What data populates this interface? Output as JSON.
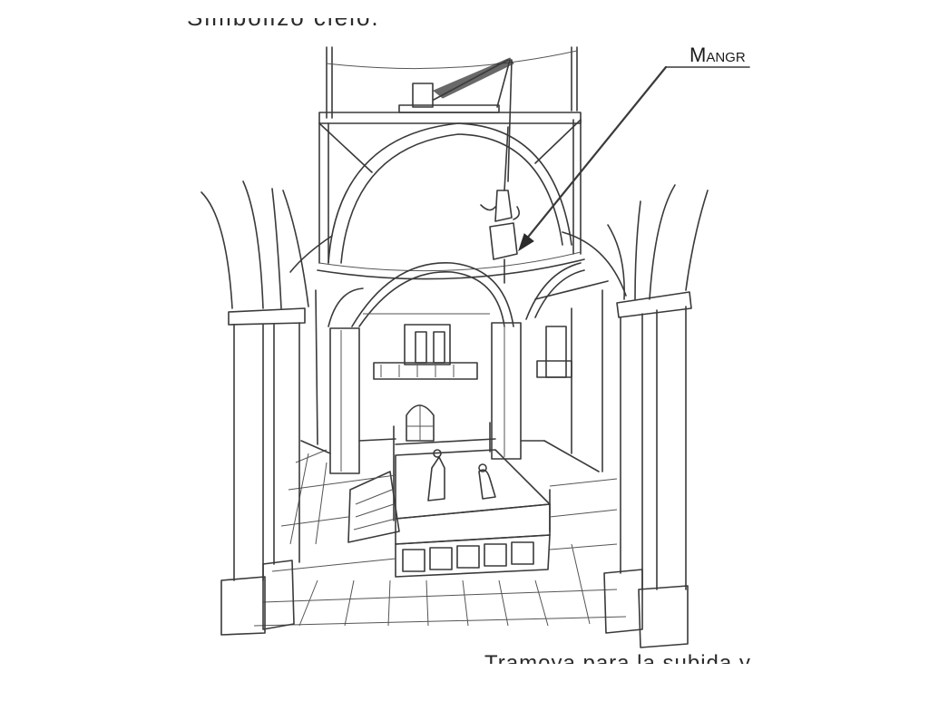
{
  "captions": {
    "top": "Simbolizo cielo.",
    "label": "Mangr",
    "bottom": "Tramoya para la subida y"
  },
  "colors": {
    "ink": "#3a3a3a",
    "background": "#ffffff"
  }
}
